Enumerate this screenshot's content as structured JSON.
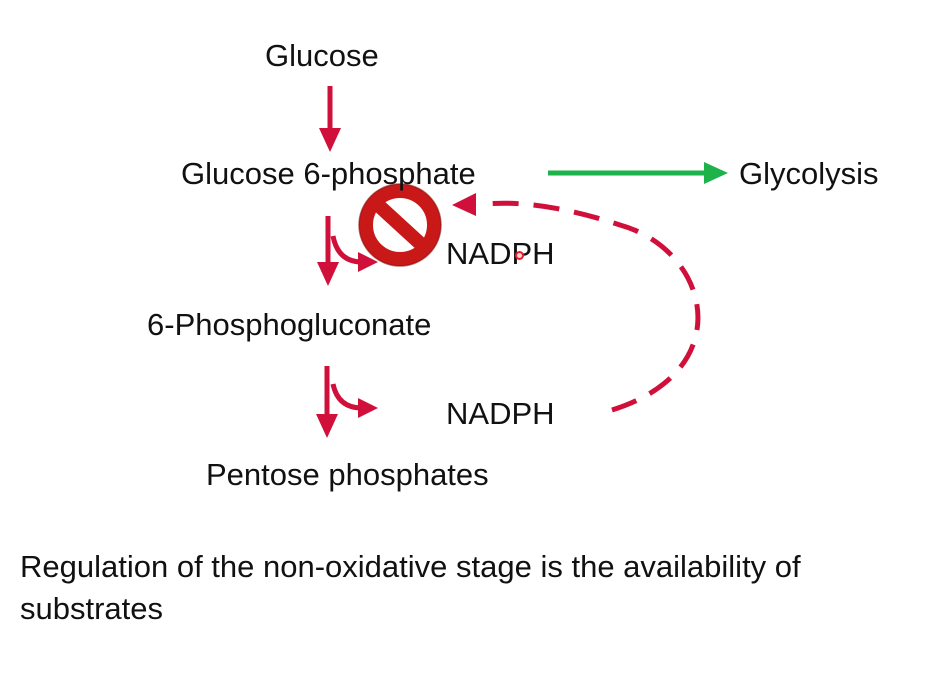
{
  "diagram": {
    "nodes": {
      "glucose": "Glucose",
      "glucose_6_phosphate": "Glucose 6-phosphate",
      "glycolysis": "Glycolysis",
      "nadph_1": "NADPH",
      "phosphogluconate": "6-Phosphogluconate",
      "nadph_2": "NADPH",
      "pentose_phosphates": "Pentose phosphates"
    },
    "edges": [
      {
        "from": "Glucose",
        "to": "Glucose 6-phosphate"
      },
      {
        "from": "Glucose 6-phosphate",
        "to": "Glycolysis"
      },
      {
        "from": "Glucose 6-phosphate",
        "to": "6-Phosphogluconate",
        "produces": "NADPH"
      },
      {
        "from": "6-Phosphogluconate",
        "to": "Pentose phosphates",
        "produces": "NADPH"
      },
      {
        "from": "NADPH",
        "to": "Glucose 6-phosphate",
        "type": "inhibition feedback"
      }
    ],
    "icons": [
      "prohibited-icon"
    ],
    "colors": {
      "pathway_arrow": "#d0103a",
      "glycolysis_arrow": "#1db34a",
      "inhibition_symbol": "#cc1a1a",
      "text": "#111111"
    }
  },
  "caption": "Regulation of the non-oxidative stage is the availability of substrates"
}
